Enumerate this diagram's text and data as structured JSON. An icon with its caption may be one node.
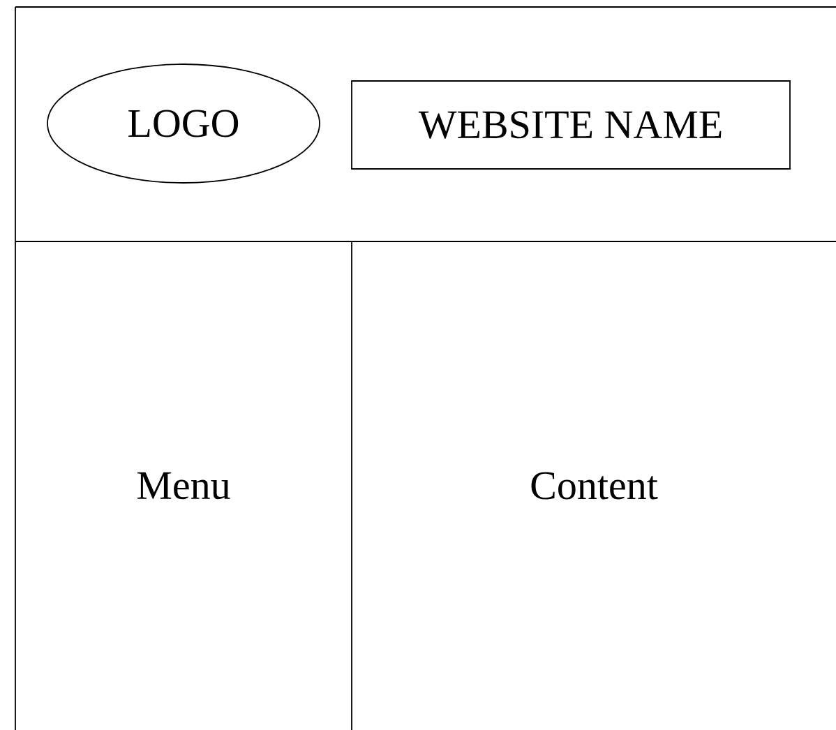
{
  "diagram": {
    "nodes": [
      {
        "text": [],
        "shape": "box"
      },
      {
        "text": [
          "LOGO"
        ],
        "in": 0
      },
      {
        "text": [
          "WEBSITE NAME"
        ],
        "in": 0
      },
      {
        "text": [
          "Menu"
        ]
      },
      {
        "text": [
          "Content"
        ]
      }
    ]
  }
}
